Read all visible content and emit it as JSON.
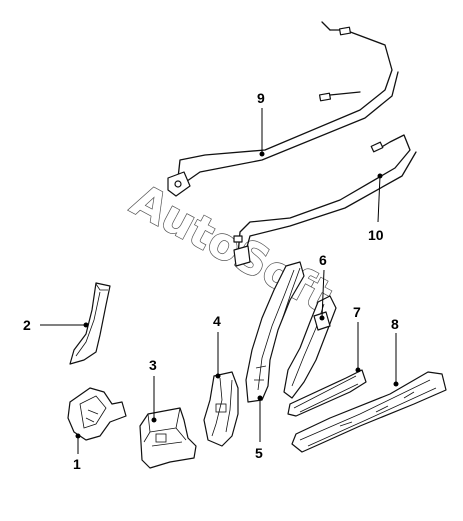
{
  "diagram": {
    "callouts": [
      "1",
      "2",
      "3",
      "4",
      "5",
      "6",
      "7",
      "8",
      "9",
      "10"
    ],
    "watermark": "AutoSoft"
  }
}
